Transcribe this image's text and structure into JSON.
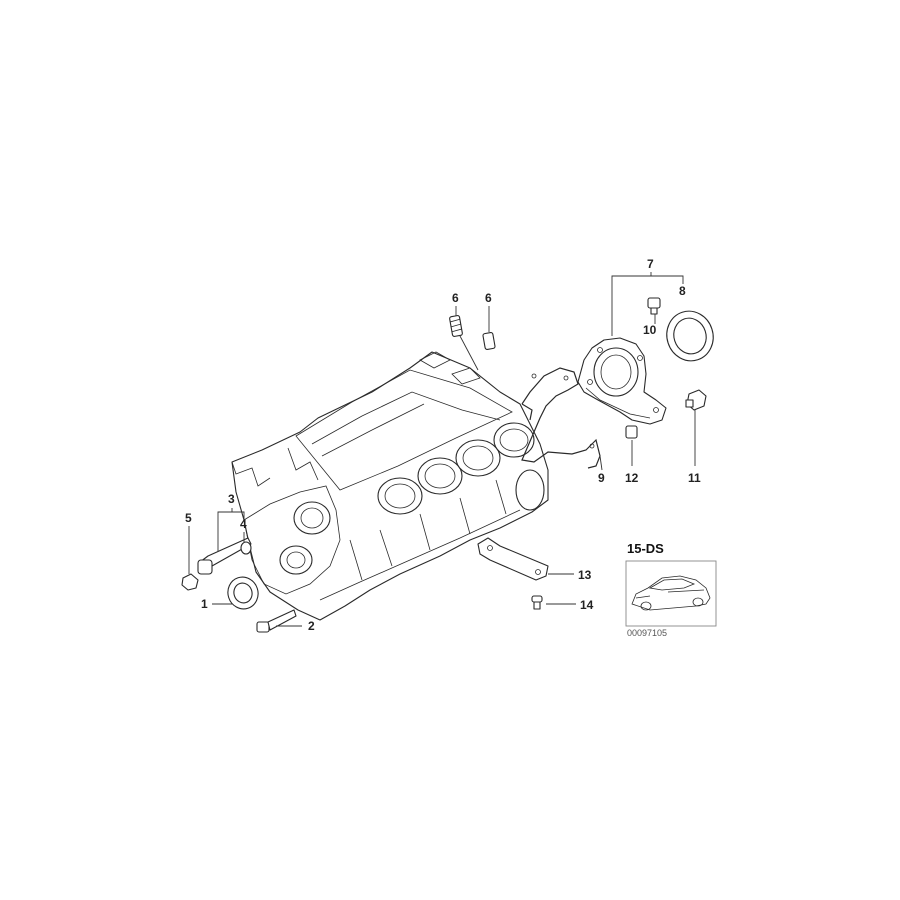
{
  "diagram": {
    "callouts": [
      "1",
      "2",
      "3",
      "4",
      "5",
      "6",
      "6",
      "7",
      "8",
      "9",
      "10",
      "11",
      "12",
      "13",
      "14"
    ],
    "reference": {
      "title": "15-DS",
      "image_code": "00097105"
    }
  }
}
